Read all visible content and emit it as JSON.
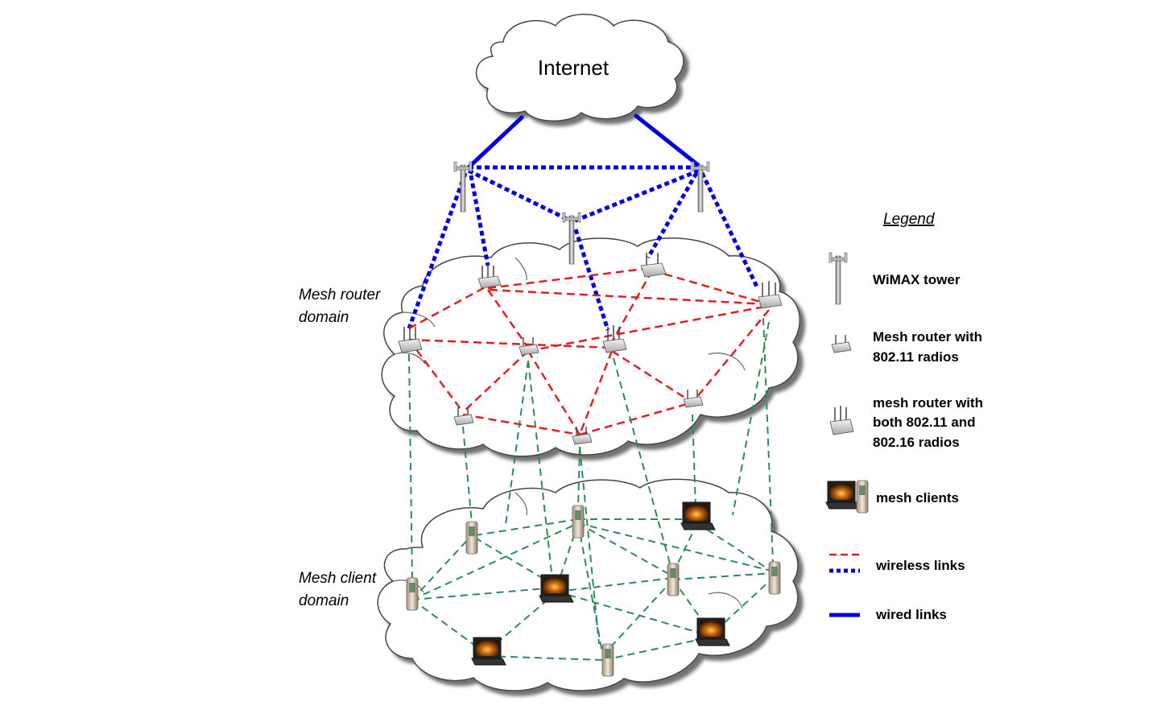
{
  "internet": {
    "label": "Internet"
  },
  "domains": {
    "router_line1": "Mesh router",
    "router_line2": "domain",
    "client_line1": "Mesh client",
    "client_line2": "domain"
  },
  "legend": {
    "title": "Legend",
    "wimax_tower": "WiMAX tower",
    "mesh_router_1": "Mesh router with",
    "mesh_router_2": "802.11 radios",
    "mesh_router_both_1": "mesh router with",
    "mesh_router_both_2": "both 802.11 and",
    "mesh_router_both_3": "802.16 radios",
    "mesh_clients": "mesh clients",
    "wireless_links": "wireless links",
    "wired_links": "wired links"
  },
  "colors": {
    "wired": "#0000dd",
    "wimax_wireless": "#0000dd",
    "router_wireless": "#e02020",
    "client_wireless": "#2e8b57"
  },
  "icons": {
    "tower": "wimax-tower-icon",
    "router": "mesh-router-icon",
    "router_both": "mesh-router-dual-radio-icon",
    "laptop": "laptop-icon",
    "handset": "handheld-device-icon"
  }
}
